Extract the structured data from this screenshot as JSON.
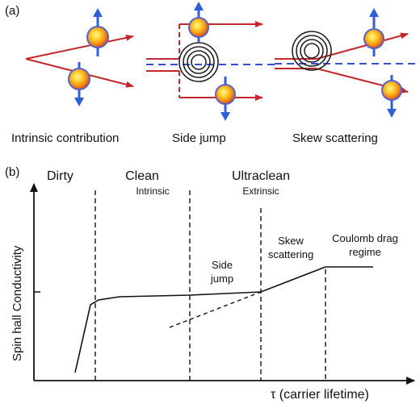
{
  "panel_a": {
    "tag": "(a)",
    "captions": {
      "intrinsic": "Intrinsic contribution",
      "side_jump": "Side jump",
      "skew": "Skew scattering"
    }
  },
  "panel_b": {
    "tag": "(b)",
    "ylabel": "Spin hall Conductivity",
    "xlabel": "τ (carrier lifetime)",
    "regimes": {
      "dirty": "Dirty",
      "clean": "Clean",
      "clean_sub": "Intrinsic",
      "ultraclean": "Ultraclean",
      "ultraclean_sub": "Extrinsic"
    },
    "annotations": {
      "side_jump_1": "Side",
      "side_jump_2": "jump",
      "skew_1": "Skew",
      "skew_2": "scattering",
      "drag_1": "Coulomb drag",
      "drag_2": "regime"
    }
  },
  "colors": {
    "arrow_red": "#c1272d",
    "spin_blue": "#2f5fd6",
    "dashed_blue": "#3350d0",
    "ball_core": "#ffd22e",
    "ball_edge": "#e0550c",
    "ball_ring": "#5a63c8"
  },
  "icons": [
    "electron-ball-icon",
    "spin-up-arrow-icon",
    "spin-down-arrow-icon",
    "impurity-potential-icon"
  ]
}
